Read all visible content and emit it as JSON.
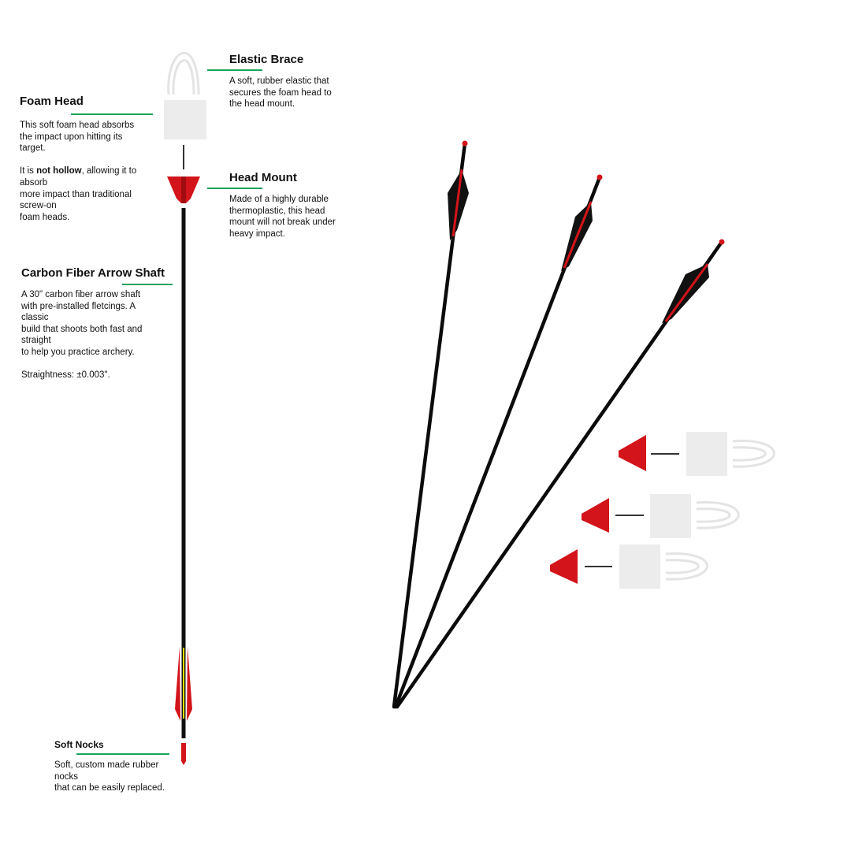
{
  "colors": {
    "accent_rule": "#1aa35a",
    "red": "#d3141a",
    "shaft": "#111111",
    "foam": "#eeeeee"
  },
  "elastic_brace": {
    "title": "Elastic Brace",
    "lines": [
      "A soft, rubber elastic that",
      "secures the foam head to",
      "the head mount."
    ]
  },
  "foam_head": {
    "title": "Foam Head",
    "lines": [
      "This soft foam head absorbs",
      "the impact upon hitting its",
      "target."
    ],
    "lines2_pre": "It is ",
    "lines2_bold": "not hollow",
    "lines2_post": ", allowing it to",
    "lines3": [
      "absorb",
      "more impact than traditional",
      "screw-on",
      "foam heads."
    ]
  },
  "head_mount": {
    "title": "Head Mount",
    "lines": [
      "Made of a highly durable",
      "thermoplastic, this head",
      "mount will not break under",
      "heavy impact."
    ]
  },
  "shaft": {
    "title": "Carbon Fiber Arrow Shaft",
    "lines": [
      "A 30\" carbon fiber arrow shaft",
      "with pre-installed fletcings. A",
      "classic",
      "build that shoots both fast and",
      "straight",
      "to help you practice archery."
    ],
    "straightness": "Straightness: ±0.003\"."
  },
  "soft_nocks": {
    "title": "Soft Nocks",
    "lines": [
      "Soft, custom made rubber",
      "nocks",
      "that can be easily replaced."
    ]
  }
}
